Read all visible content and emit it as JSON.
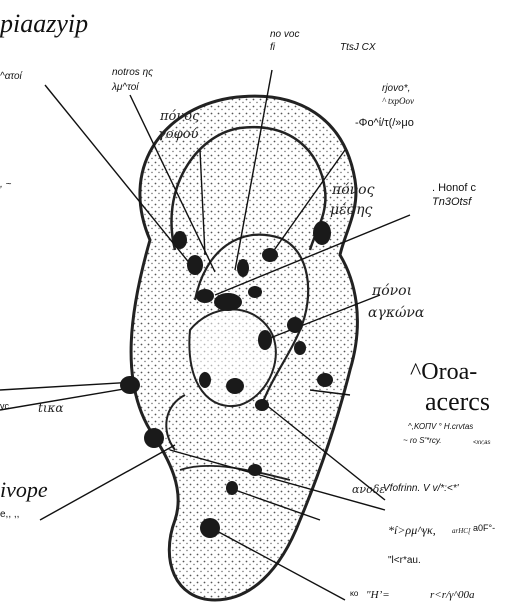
{
  "labels": {
    "top_left_title": "piaazyip",
    "top_left_sub": "^ατοί",
    "left_phi": "-Φο^ί/τ(/»μο",
    "left_tilde": ", ~",
    "left_vc": "vc",
    "left_bottom_title": "ivope",
    "left_bottom_sub": "e,, ,,",
    "top_mid_1": "notros ης",
    "top_mid_2": "λμ^τοί",
    "top_right_1": "no voc",
    "top_right_2": "fi",
    "top_right_3": "TtsJ CX",
    "right_rjovo_1": "rjovo*,",
    "right_rjovo_2": "^ txpOov",
    "right_honof_1": ". Honof c",
    "right_honof_2": "Tn3Otsf",
    "right_big_1": "^Oroa-",
    "right_big_2": "acercs",
    "right_small_1": "^,ΚΟΠV ° H.crvtas",
    "right_small_2": "~ ro S'*rcy.",
    "right_small_3": "<xv;as",
    "right_vfof": "Vfofrinn. V v/*:<*'",
    "right_rho": "*í>ρμ^γκ,",
    "right_rho_2": "arHC[",
    "right_rho_3": "a0F°-",
    "right_ilr": "\"l<r*au.",
    "bottom_1": "κο",
    "bottom_2": "\"H’=",
    "bottom_3": "r<r/γ^00a"
  },
  "handwritten": {
    "ponos_gofou_1": "πόνος",
    "ponos_gofou_2": "γοφού",
    "ponos_mesis_1": "πόνος",
    "ponos_mesis_2": "μέσης",
    "ponos_agkona_1": "πόνοι",
    "ponos_agkona_2": "αγκώνα",
    "tika": "tικα",
    "anode": "ανοδε"
  },
  "colors": {
    "ink": "#111111",
    "ear_outline": "#222222",
    "dots": "#1a1a1a",
    "stipple": "#555555"
  }
}
